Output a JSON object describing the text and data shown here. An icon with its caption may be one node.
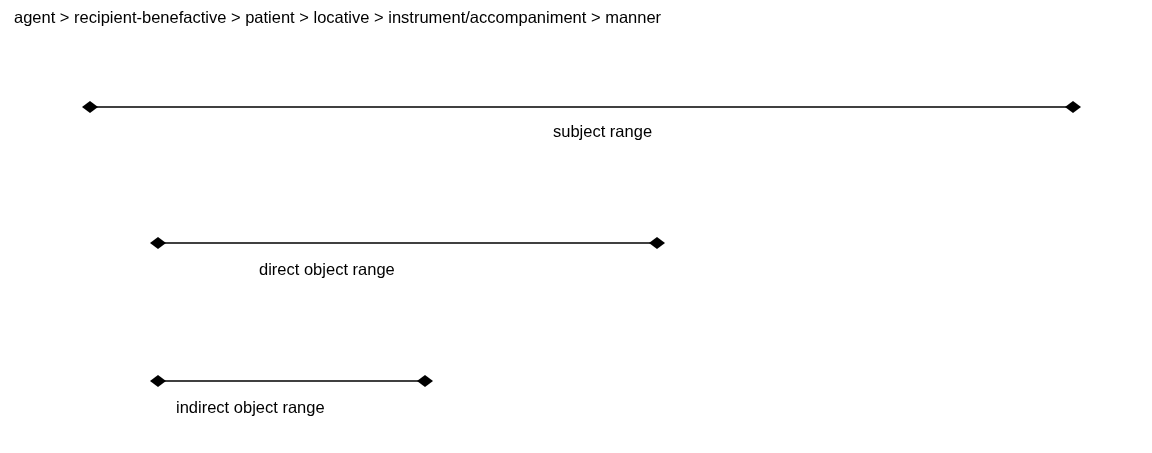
{
  "diagram": {
    "labels": [
      "agent > recipient-benefactive > patient > locative > instrument/accompaniment > manner",
      "subject range",
      "direct object range",
      "indirect object range"
    ]
  }
}
